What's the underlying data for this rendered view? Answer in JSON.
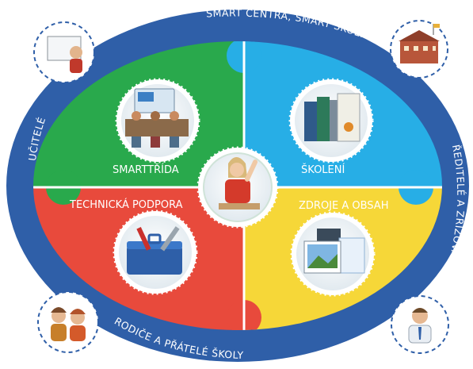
{
  "ring_labels": {
    "top": "SMART CENTRA, SMART ŠKOLY",
    "left": "UČITELÉ",
    "right": "ŘEDITELÉ A ZŘIZOVATELÉ",
    "bottom": "RODIČE A PŘÁTELÉ ŠKOLY"
  },
  "quadrants": {
    "top_left": "SMARTTŘÍDA",
    "top_right": "ŠKOLENÍ",
    "bottom_left": "TECHNICKÁ PODPORA",
    "bottom_right": "ZDROJE A OBSAH"
  },
  "colors": {
    "ring": "#2f5fa8",
    "green": "#29a94c",
    "blue": "#27aee6",
    "red": "#e84a3c",
    "yellow": "#f6d738"
  },
  "icons": {
    "teachers": "teacher-at-board-icon",
    "school": "school-building-icon",
    "parents": "parents-icon",
    "director": "director-icon",
    "classroom": "classroom-photo-icon",
    "books": "books-certificate-icon",
    "toolbox": "toolbox-icon",
    "media": "media-gallery-icon",
    "student": "student-raising-hand-icon"
  }
}
